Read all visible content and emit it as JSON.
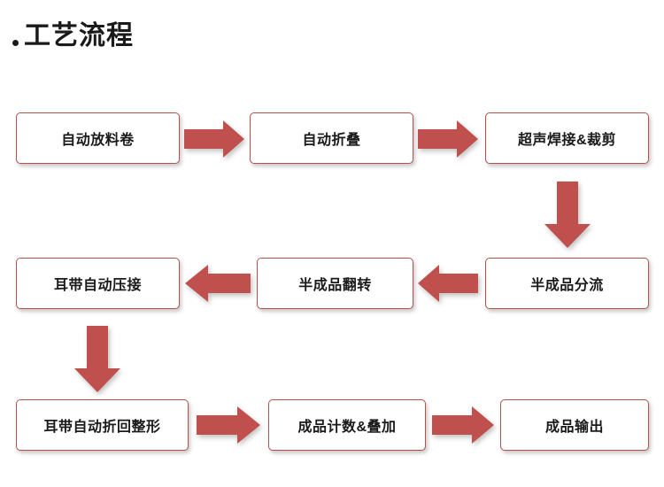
{
  "title": {
    "text": "工艺流程",
    "bullet": "•"
  },
  "colors": {
    "box_border": "#b5504f",
    "arrow_fill": "#c0504d",
    "text": "#1a1a1a",
    "background": "#ffffff"
  },
  "diagram": {
    "type": "process-flowchart",
    "nodes": [
      {
        "id": "n1",
        "label": "自动放料卷",
        "row": 1,
        "col": 1
      },
      {
        "id": "n2",
        "label": "自动折叠",
        "row": 1,
        "col": 2
      },
      {
        "id": "n3",
        "label": "超声焊接&裁剪",
        "row": 1,
        "col": 3
      },
      {
        "id": "n4",
        "label": "半成品分流",
        "row": 2,
        "col": 3
      },
      {
        "id": "n5",
        "label": "半成品翻转",
        "row": 2,
        "col": 2
      },
      {
        "id": "n6",
        "label": "耳带自动压接",
        "row": 2,
        "col": 1
      },
      {
        "id": "n7",
        "label": "耳带自动折回整形",
        "row": 3,
        "col": 1
      },
      {
        "id": "n8",
        "label": "成品计数&叠加",
        "row": 3,
        "col": 2
      },
      {
        "id": "n9",
        "label": "成品输出",
        "row": 3,
        "col": 3
      }
    ],
    "edges": [
      {
        "from": "n1",
        "to": "n2",
        "direction": "right"
      },
      {
        "from": "n2",
        "to": "n3",
        "direction": "right"
      },
      {
        "from": "n3",
        "to": "n4",
        "direction": "down"
      },
      {
        "from": "n4",
        "to": "n5",
        "direction": "left"
      },
      {
        "from": "n5",
        "to": "n6",
        "direction": "left"
      },
      {
        "from": "n6",
        "to": "n7",
        "direction": "down"
      },
      {
        "from": "n7",
        "to": "n8",
        "direction": "right"
      },
      {
        "from": "n8",
        "to": "n9",
        "direction": "right"
      }
    ]
  }
}
